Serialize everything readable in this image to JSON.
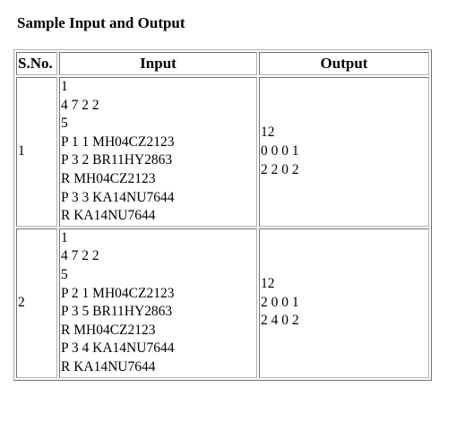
{
  "heading": "Sample Input and Output",
  "table": {
    "headers": [
      "S.No.",
      "Input",
      "Output"
    ],
    "rows": [
      {
        "sno": "1",
        "input": [
          "1",
          "4 7 2 2",
          "5",
          "P 1 1 MH04CZ2123",
          "P 3 2 BR11HY2863",
          "R MH04CZ2123",
          "P 3 3 KA14NU7644",
          "R KA14NU7644"
        ],
        "output": [
          "12",
          "0 0 0 1",
          "2 2 0 2"
        ]
      },
      {
        "sno": "2",
        "input": [
          "1",
          "4 7 2 2",
          "5",
          "P 2 1 MH04CZ2123",
          "P 3 5 BR11HY2863",
          "R MH04CZ2123",
          "P 3 4 KA14NU7644",
          "R KA14NU7644"
        ],
        "output": [
          "12",
          "2 0 0 1",
          "2 4 0 2"
        ]
      }
    ]
  }
}
